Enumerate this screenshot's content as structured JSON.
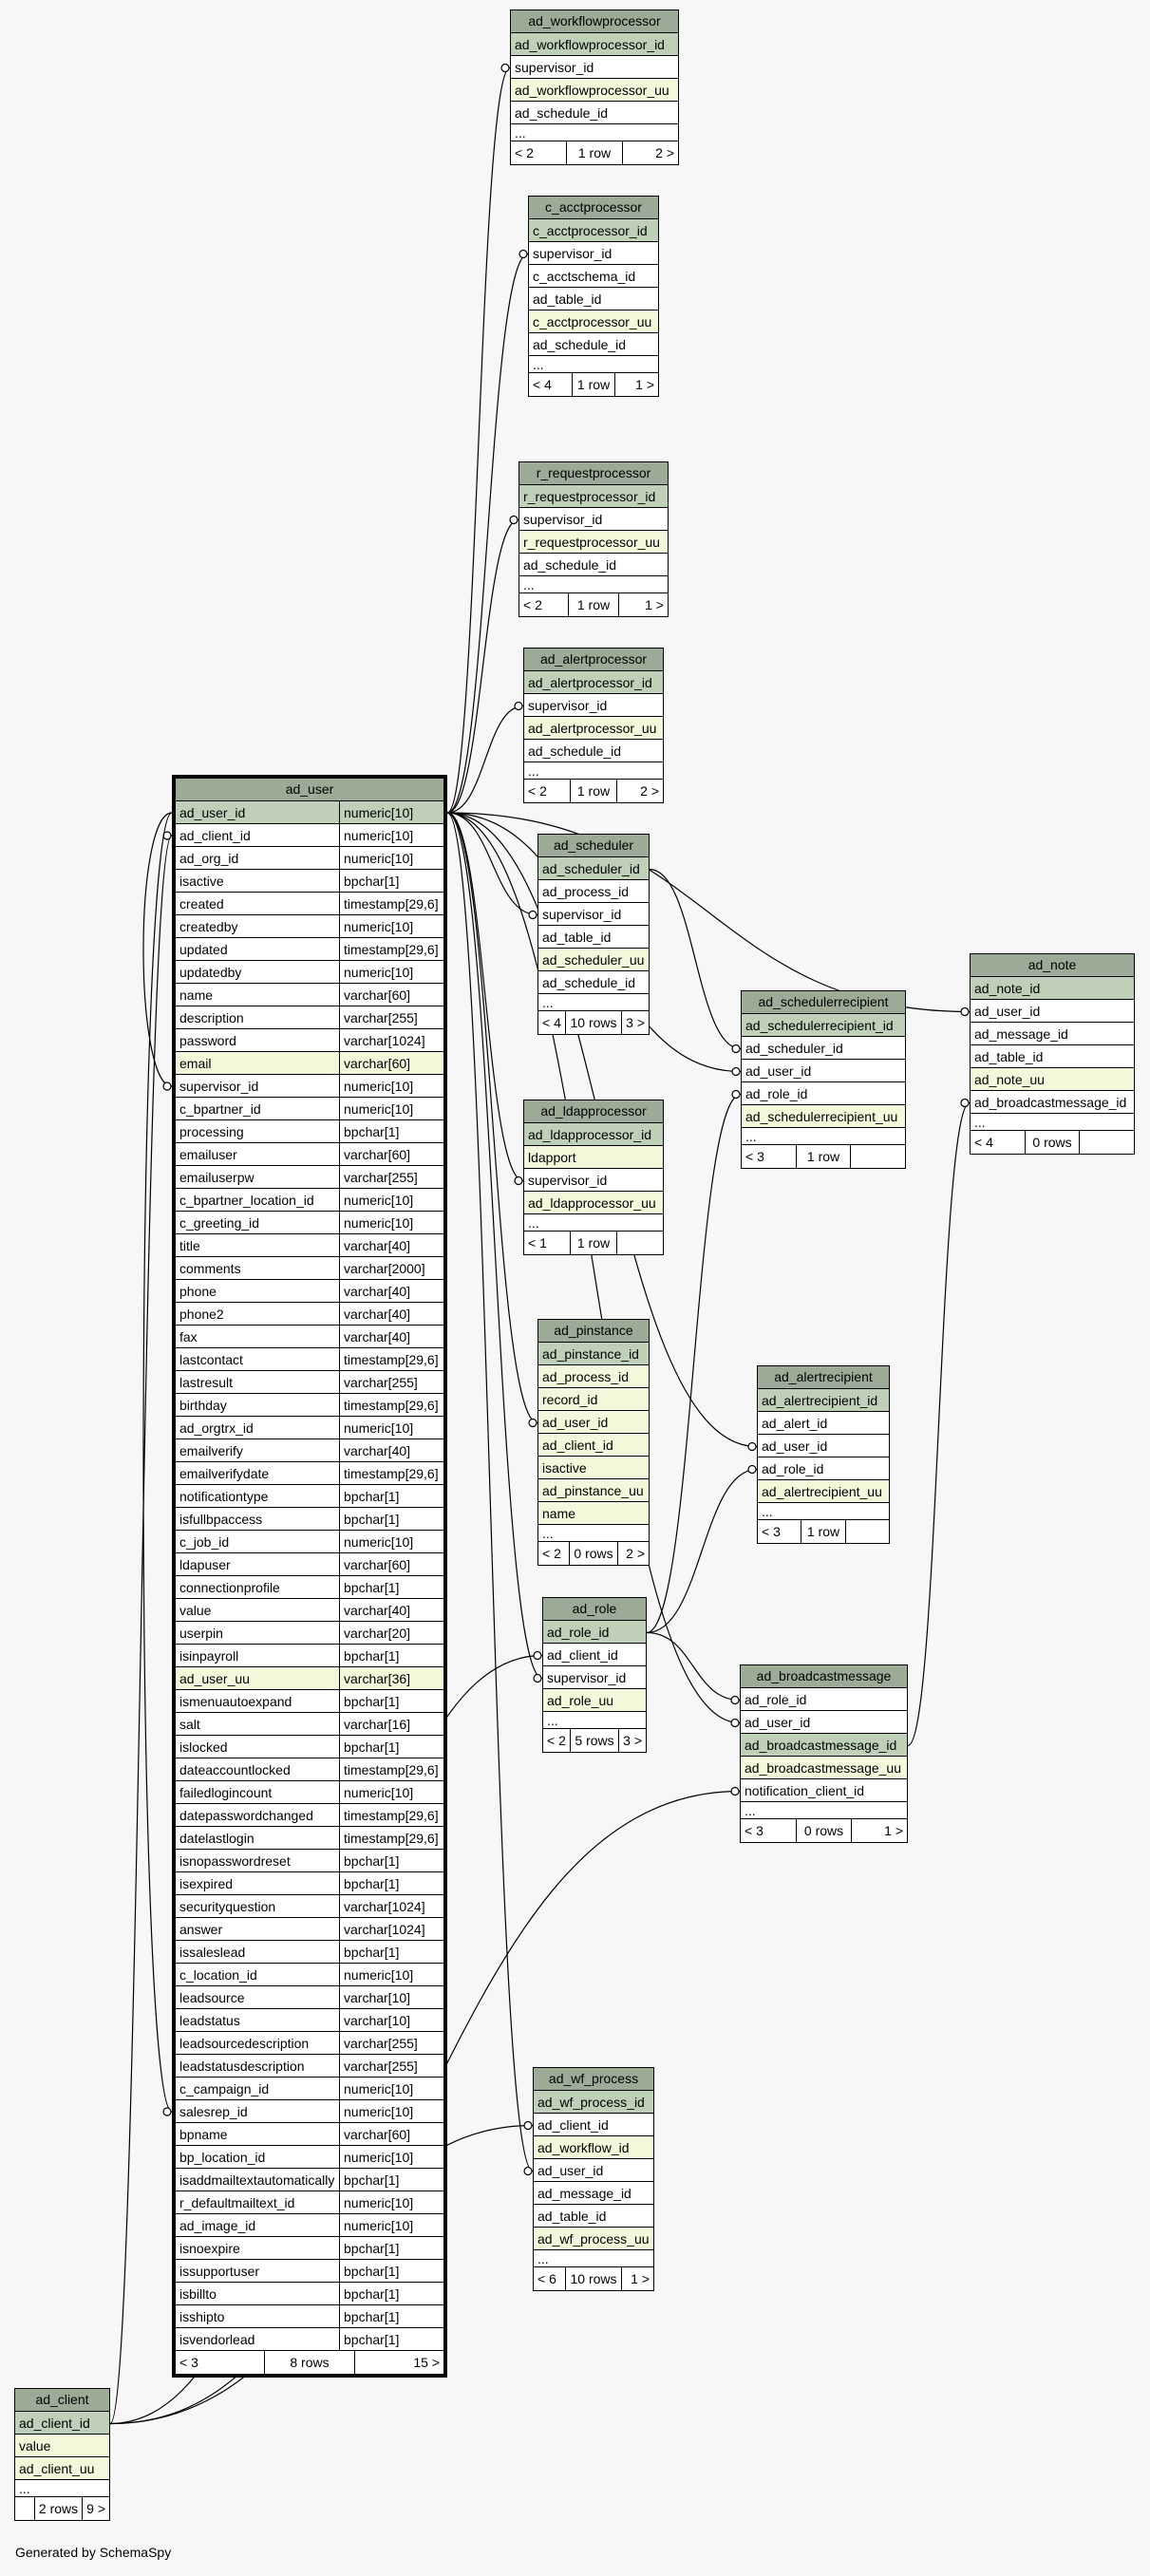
{
  "colors": {
    "background": "#f7f7f7",
    "header": "#9bab96",
    "primary_key": "#bed1b8",
    "indexed": "#f4f7da",
    "line": "#000000"
  },
  "generated_by": "Generated by SchemaSpy",
  "tables": [
    {
      "id": "ad_workflowprocessor",
      "title": "ad_workflowprocessor",
      "rows": [
        {
          "n": "ad_workflowprocessor_id",
          "s": "pk"
        },
        {
          "n": "supervisor_id"
        },
        {
          "n": "ad_workflowprocessor_uu",
          "s": "idx"
        },
        {
          "n": "ad_schedule_id"
        },
        {
          "n": "...",
          "s": "ell"
        }
      ],
      "footer": [
        "< 2",
        "1 row",
        "2 >"
      ]
    },
    {
      "id": "c_acctprocessor",
      "title": "c_acctprocessor",
      "rows": [
        {
          "n": "c_acctprocessor_id",
          "s": "pk"
        },
        {
          "n": "supervisor_id"
        },
        {
          "n": "c_acctschema_id"
        },
        {
          "n": "ad_table_id"
        },
        {
          "n": "c_acctprocessor_uu",
          "s": "idx"
        },
        {
          "n": "ad_schedule_id"
        },
        {
          "n": "...",
          "s": "ell"
        }
      ],
      "footer": [
        "< 4",
        "1 row",
        "1 >"
      ]
    },
    {
      "id": "r_requestprocessor",
      "title": "r_requestprocessor",
      "rows": [
        {
          "n": "r_requestprocessor_id",
          "s": "pk"
        },
        {
          "n": "supervisor_id"
        },
        {
          "n": "r_requestprocessor_uu",
          "s": "idx"
        },
        {
          "n": "ad_schedule_id"
        },
        {
          "n": "...",
          "s": "ell"
        }
      ],
      "footer": [
        "< 2",
        "1 row",
        "1 >"
      ]
    },
    {
      "id": "ad_alertprocessor",
      "title": "ad_alertprocessor",
      "rows": [
        {
          "n": "ad_alertprocessor_id",
          "s": "pk"
        },
        {
          "n": "supervisor_id"
        },
        {
          "n": "ad_alertprocessor_uu",
          "s": "idx"
        },
        {
          "n": "ad_schedule_id"
        },
        {
          "n": "...",
          "s": "ell"
        }
      ],
      "footer": [
        "< 2",
        "1 row",
        "2 >"
      ]
    },
    {
      "id": "ad_scheduler",
      "title": "ad_scheduler",
      "rows": [
        {
          "n": "ad_scheduler_id",
          "s": "pk"
        },
        {
          "n": "ad_process_id"
        },
        {
          "n": "supervisor_id"
        },
        {
          "n": "ad_table_id"
        },
        {
          "n": "ad_scheduler_uu",
          "s": "idx"
        },
        {
          "n": "ad_schedule_id"
        },
        {
          "n": "...",
          "s": "ell"
        }
      ],
      "footer": [
        "< 4",
        "10 rows",
        "3 >"
      ]
    },
    {
      "id": "ad_schedulerrecipient",
      "title": "ad_schedulerrecipient",
      "rows": [
        {
          "n": "ad_schedulerrecipient_id",
          "s": "pk"
        },
        {
          "n": "ad_scheduler_id"
        },
        {
          "n": "ad_user_id"
        },
        {
          "n": "ad_role_id"
        },
        {
          "n": "ad_schedulerrecipient_uu",
          "s": "idx"
        },
        {
          "n": "...",
          "s": "ell"
        }
      ],
      "footer": [
        "< 3",
        "1 row",
        ""
      ]
    },
    {
      "id": "ad_note",
      "title": "ad_note",
      "rows": [
        {
          "n": "ad_note_id",
          "s": "pk"
        },
        {
          "n": "ad_user_id"
        },
        {
          "n": "ad_message_id"
        },
        {
          "n": "ad_table_id"
        },
        {
          "n": "ad_note_uu",
          "s": "idx"
        },
        {
          "n": "ad_broadcastmessage_id"
        },
        {
          "n": "...",
          "s": "ell"
        }
      ],
      "footer": [
        "< 4",
        "0 rows",
        ""
      ]
    },
    {
      "id": "ad_ldapprocessor",
      "title": "ad_ldapprocessor",
      "rows": [
        {
          "n": "ad_ldapprocessor_id",
          "s": "pk"
        },
        {
          "n": "ldapport",
          "s": "idx"
        },
        {
          "n": "supervisor_id"
        },
        {
          "n": "ad_ldapprocessor_uu",
          "s": "idx"
        },
        {
          "n": "...",
          "s": "ell"
        }
      ],
      "footer": [
        "< 1",
        "1 row",
        ""
      ]
    },
    {
      "id": "ad_pinstance",
      "title": "ad_pinstance",
      "rows": [
        {
          "n": "ad_pinstance_id",
          "s": "pk"
        },
        {
          "n": "ad_process_id",
          "s": "idx"
        },
        {
          "n": "record_id",
          "s": "idx"
        },
        {
          "n": "ad_user_id",
          "s": "idx"
        },
        {
          "n": "ad_client_id",
          "s": "idx"
        },
        {
          "n": "isactive",
          "s": "idx"
        },
        {
          "n": "ad_pinstance_uu",
          "s": "idx"
        },
        {
          "n": "name",
          "s": "idx"
        },
        {
          "n": "...",
          "s": "ell"
        }
      ],
      "footer": [
        "< 2",
        "0 rows",
        "2 >"
      ]
    },
    {
      "id": "ad_alertrecipient",
      "title": "ad_alertrecipient",
      "rows": [
        {
          "n": "ad_alertrecipient_id",
          "s": "pk"
        },
        {
          "n": "ad_alert_id"
        },
        {
          "n": "ad_user_id"
        },
        {
          "n": "ad_role_id"
        },
        {
          "n": "ad_alertrecipient_uu",
          "s": "idx"
        },
        {
          "n": "...",
          "s": "ell"
        }
      ],
      "footer": [
        "< 3",
        "1 row",
        ""
      ]
    },
    {
      "id": "ad_role",
      "title": "ad_role",
      "rows": [
        {
          "n": "ad_role_id",
          "s": "pk"
        },
        {
          "n": "ad_client_id"
        },
        {
          "n": "supervisor_id"
        },
        {
          "n": "ad_role_uu",
          "s": "idx"
        },
        {
          "n": "...",
          "s": "ell"
        }
      ],
      "footer": [
        "< 2",
        "5 rows",
        "3 >"
      ]
    },
    {
      "id": "ad_broadcastmessage",
      "title": "ad_broadcastmessage",
      "rows": [
        {
          "n": "ad_role_id"
        },
        {
          "n": "ad_user_id"
        },
        {
          "n": "ad_broadcastmessage_id",
          "s": "pk"
        },
        {
          "n": "ad_broadcastmessage_uu",
          "s": "idx"
        },
        {
          "n": "notification_client_id"
        },
        {
          "n": "...",
          "s": "ell"
        }
      ],
      "footer": [
        "< 3",
        "0 rows",
        "1 >"
      ]
    },
    {
      "id": "ad_wf_process",
      "title": "ad_wf_process",
      "rows": [
        {
          "n": "ad_wf_process_id",
          "s": "pk"
        },
        {
          "n": "ad_client_id"
        },
        {
          "n": "ad_workflow_id",
          "s": "idx"
        },
        {
          "n": "ad_user_id"
        },
        {
          "n": "ad_message_id"
        },
        {
          "n": "ad_table_id"
        },
        {
          "n": "ad_wf_process_uu",
          "s": "idx"
        },
        {
          "n": "...",
          "s": "ell"
        }
      ],
      "footer": [
        "< 6",
        "10 rows",
        "1 >"
      ]
    },
    {
      "id": "ad_client",
      "title": "ad_client",
      "rows": [
        {
          "n": "ad_client_id",
          "s": "pk"
        },
        {
          "n": "value",
          "s": "idx"
        },
        {
          "n": "ad_client_uu",
          "s": "idx"
        },
        {
          "n": "...",
          "s": "ell"
        }
      ],
      "footer": [
        "",
        "2 rows",
        "9 >"
      ]
    },
    {
      "id": "ad_user",
      "title": "ad_user",
      "main": true,
      "rows": [
        {
          "n": "ad_user_id",
          "t": "numeric[10]",
          "s": "pk"
        },
        {
          "n": "ad_client_id",
          "t": "numeric[10]"
        },
        {
          "n": "ad_org_id",
          "t": "numeric[10]"
        },
        {
          "n": "isactive",
          "t": "bpchar[1]"
        },
        {
          "n": "created",
          "t": "timestamp[29,6]"
        },
        {
          "n": "createdby",
          "t": "numeric[10]"
        },
        {
          "n": "updated",
          "t": "timestamp[29,6]"
        },
        {
          "n": "updatedby",
          "t": "numeric[10]"
        },
        {
          "n": "name",
          "t": "varchar[60]"
        },
        {
          "n": "description",
          "t": "varchar[255]"
        },
        {
          "n": "password",
          "t": "varchar[1024]"
        },
        {
          "n": "email",
          "t": "varchar[60]",
          "s": "idx"
        },
        {
          "n": "supervisor_id",
          "t": "numeric[10]"
        },
        {
          "n": "c_bpartner_id",
          "t": "numeric[10]"
        },
        {
          "n": "processing",
          "t": "bpchar[1]"
        },
        {
          "n": "emailuser",
          "t": "varchar[60]"
        },
        {
          "n": "emailuserpw",
          "t": "varchar[255]"
        },
        {
          "n": "c_bpartner_location_id",
          "t": "numeric[10]"
        },
        {
          "n": "c_greeting_id",
          "t": "numeric[10]"
        },
        {
          "n": "title",
          "t": "varchar[40]"
        },
        {
          "n": "comments",
          "t": "varchar[2000]"
        },
        {
          "n": "phone",
          "t": "varchar[40]"
        },
        {
          "n": "phone2",
          "t": "varchar[40]"
        },
        {
          "n": "fax",
          "t": "varchar[40]"
        },
        {
          "n": "lastcontact",
          "t": "timestamp[29,6]"
        },
        {
          "n": "lastresult",
          "t": "varchar[255]"
        },
        {
          "n": "birthday",
          "t": "timestamp[29,6]"
        },
        {
          "n": "ad_orgtrx_id",
          "t": "numeric[10]"
        },
        {
          "n": "emailverify",
          "t": "varchar[40]"
        },
        {
          "n": "emailverifydate",
          "t": "timestamp[29,6]"
        },
        {
          "n": "notificationtype",
          "t": "bpchar[1]"
        },
        {
          "n": "isfullbpaccess",
          "t": "bpchar[1]"
        },
        {
          "n": "c_job_id",
          "t": "numeric[10]"
        },
        {
          "n": "ldapuser",
          "t": "varchar[60]"
        },
        {
          "n": "connectionprofile",
          "t": "bpchar[1]"
        },
        {
          "n": "value",
          "t": "varchar[40]"
        },
        {
          "n": "userpin",
          "t": "varchar[20]"
        },
        {
          "n": "isinpayroll",
          "t": "bpchar[1]"
        },
        {
          "n": "ad_user_uu",
          "t": "varchar[36]",
          "s": "idx"
        },
        {
          "n": "ismenuautoexpand",
          "t": "bpchar[1]"
        },
        {
          "n": "salt",
          "t": "varchar[16]"
        },
        {
          "n": "islocked",
          "t": "bpchar[1]"
        },
        {
          "n": "dateaccountlocked",
          "t": "timestamp[29,6]"
        },
        {
          "n": "failedlogincount",
          "t": "numeric[10]"
        },
        {
          "n": "datepasswordchanged",
          "t": "timestamp[29,6]"
        },
        {
          "n": "datelastlogin",
          "t": "timestamp[29,6]"
        },
        {
          "n": "isnopasswordreset",
          "t": "bpchar[1]"
        },
        {
          "n": "isexpired",
          "t": "bpchar[1]"
        },
        {
          "n": "securityquestion",
          "t": "varchar[1024]"
        },
        {
          "n": "answer",
          "t": "varchar[1024]"
        },
        {
          "n": "issaleslead",
          "t": "bpchar[1]"
        },
        {
          "n": "c_location_id",
          "t": "numeric[10]"
        },
        {
          "n": "leadsource",
          "t": "varchar[10]"
        },
        {
          "n": "leadstatus",
          "t": "varchar[10]"
        },
        {
          "n": "leadsourcedescription",
          "t": "varchar[255]"
        },
        {
          "n": "leadstatusdescription",
          "t": "varchar[255]"
        },
        {
          "n": "c_campaign_id",
          "t": "numeric[10]"
        },
        {
          "n": "salesrep_id",
          "t": "numeric[10]"
        },
        {
          "n": "bpname",
          "t": "varchar[60]"
        },
        {
          "n": "bp_location_id",
          "t": "numeric[10]"
        },
        {
          "n": "isaddmailtextautomatically",
          "t": "bpchar[1]"
        },
        {
          "n": "r_defaultmailtext_id",
          "t": "numeric[10]"
        },
        {
          "n": "ad_image_id",
          "t": "numeric[10]"
        },
        {
          "n": "isnoexpire",
          "t": "bpchar[1]"
        },
        {
          "n": "issupportuser",
          "t": "bpchar[1]"
        },
        {
          "n": "isbillto",
          "t": "bpchar[1]"
        },
        {
          "n": "isshipto",
          "t": "bpchar[1]"
        },
        {
          "n": "isvendorlead",
          "t": "bpchar[1]"
        }
      ],
      "footer": [
        "< 3",
        "8 rows",
        "15 >"
      ]
    }
  ],
  "relations": [
    {
      "from": "ad_workflowprocessor.supervisor_id",
      "to": "ad_user.ad_user_id"
    },
    {
      "from": "c_acctprocessor.supervisor_id",
      "to": "ad_user.ad_user_id"
    },
    {
      "from": "r_requestprocessor.supervisor_id",
      "to": "ad_user.ad_user_id"
    },
    {
      "from": "ad_alertprocessor.supervisor_id",
      "to": "ad_user.ad_user_id"
    },
    {
      "from": "ad_scheduler.supervisor_id",
      "to": "ad_user.ad_user_id"
    },
    {
      "from": "ad_schedulerrecipient.ad_scheduler_id",
      "to": "ad_scheduler.ad_scheduler_id"
    },
    {
      "from": "ad_schedulerrecipient.ad_user_id",
      "to": "ad_user.ad_user_id"
    },
    {
      "from": "ad_schedulerrecipient.ad_role_id",
      "to": "ad_role.ad_role_id"
    },
    {
      "from": "ad_note.ad_user_id",
      "to": "ad_user.ad_user_id"
    },
    {
      "from": "ad_note.ad_broadcastmessage_id",
      "to": "ad_broadcastmessage.ad_broadcastmessage_id"
    },
    {
      "from": "ad_ldapprocessor.supervisor_id",
      "to": "ad_user.ad_user_id"
    },
    {
      "from": "ad_pinstance.ad_user_id",
      "to": "ad_user.ad_user_id"
    },
    {
      "from": "ad_alertrecipient.ad_user_id",
      "to": "ad_user.ad_user_id"
    },
    {
      "from": "ad_alertrecipient.ad_role_id",
      "to": "ad_role.ad_role_id"
    },
    {
      "from": "ad_role.supervisor_id",
      "to": "ad_user.ad_user_id"
    },
    {
      "from": "ad_role.ad_client_id",
      "to": "ad_client.ad_client_id"
    },
    {
      "from": "ad_broadcastmessage.ad_role_id",
      "to": "ad_role.ad_role_id"
    },
    {
      "from": "ad_broadcastmessage.ad_user_id",
      "to": "ad_user.ad_user_id"
    },
    {
      "from": "ad_broadcastmessage.notification_client_id",
      "to": "ad_client.ad_client_id"
    },
    {
      "from": "ad_wf_process.ad_client_id",
      "to": "ad_client.ad_client_id"
    },
    {
      "from": "ad_wf_process.ad_user_id",
      "to": "ad_user.ad_user_id"
    },
    {
      "from": "ad_user.ad_client_id",
      "to": "ad_client.ad_client_id"
    },
    {
      "from": "ad_user.supervisor_id",
      "to": "ad_user.ad_user_id"
    },
    {
      "from": "ad_user.salesrep_id",
      "to": "ad_user.ad_user_id"
    }
  ]
}
